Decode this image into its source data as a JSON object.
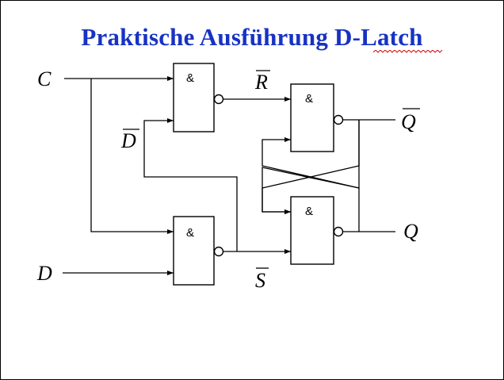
{
  "title": "Praktische Ausführung D-Latch",
  "signals": {
    "c": "C",
    "d": "D",
    "d_bar": "D",
    "r_bar": "R",
    "s_bar": "S",
    "q_bar": "Q",
    "q": "Q"
  },
  "gates": {
    "g1": "&",
    "g2": "&",
    "g3": "&",
    "g4": "&"
  },
  "colors": {
    "title": "#1732c4",
    "line": "#000000",
    "spellcheck": "#d01010"
  }
}
